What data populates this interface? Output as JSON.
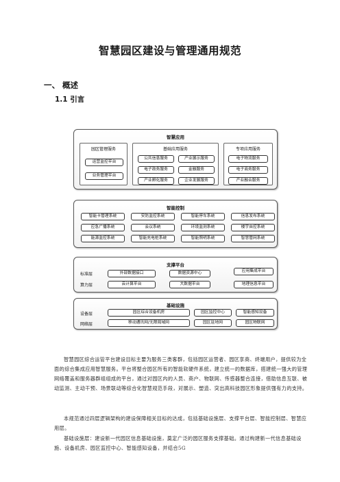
{
  "document": {
    "title": "智慧园区建设与管理通用规范",
    "section1": "一、 概述",
    "section1_1": "1.1 引言"
  },
  "diagram": {
    "smart_app": {
      "title": "智慧应用",
      "park_mgmt": {
        "title": "园区管理服务",
        "items": [
          "运营监控平台",
          "业务管理平台"
        ]
      },
      "basic_app": {
        "title": "基础应用服务",
        "items": [
          "公共信息服务",
          "产业展示服务",
          "电子政务服务",
          "金融服务",
          "产业孵化服务",
          "企业发展服务"
        ]
      },
      "special_app": {
        "title": "专项应用服务",
        "items": [
          "电子物流服务",
          "电子商务服务",
          "产业融合服务"
        ]
      }
    },
    "smart_control": {
      "title": "智能控制",
      "items": [
        "智能卡管理系统",
        "安防监控系统",
        "智能停车系统",
        "信息发布系统",
        "应急广播系统",
        "会议系统",
        "环境监测系统",
        "楼宇自控系统",
        "能源监控系统",
        "智能充电桩系统",
        "智能照明系统",
        "智慧管网系统"
      ]
    },
    "support": {
      "title": "支撑平台",
      "standard_label": "标准层",
      "compute_label": "算力层",
      "items": [
        "外部数据接口",
        "数据资源中心",
        "应用集成平台",
        "云计算平台",
        "大数据平台",
        "地理信息平台"
      ]
    },
    "infra": {
      "title": "基础设施",
      "device_label": "设备层",
      "network_label": "网络层",
      "items": [
        "园区综合设备机房",
        "园区监控中心",
        "智能感知设备",
        "移动通讯网/无限局域网",
        "园区驻地网",
        "园区物联网"
      ]
    }
  },
  "body": {
    "p1": "智慧园区综合运管平台建设目标主要为服务三类客群，包括园区运营者、园区享商、终端用户，提供较为全面的综合集成应用智慧服务。平台将整合园区所有的智能软硬件系统，建立统一的数据库，搭建统一强大的管理网络覆盖和服务器群组组成的平台，通过对园区内的人员、商户、物联网、传感器整合连接，借助信息互联、被动监测、主动干预、场景联动等综合化智慧规范手段，对展示、塑造、突出高科技园区形象提供强有力的支持。",
    "p2": "本规范通过四层逻辑架构的建设保障相关目标的达成，包括基础设施层、支撑平台层、智能控制层、智慧应用层。",
    "p3": "基础设施层：建设新一代园区信息基础设施，奠定广泛的园区服务支撑基础。通过构建新一代信息基础设施、设备机房、园区监控中心、智能感知设备，并结合5G"
  }
}
